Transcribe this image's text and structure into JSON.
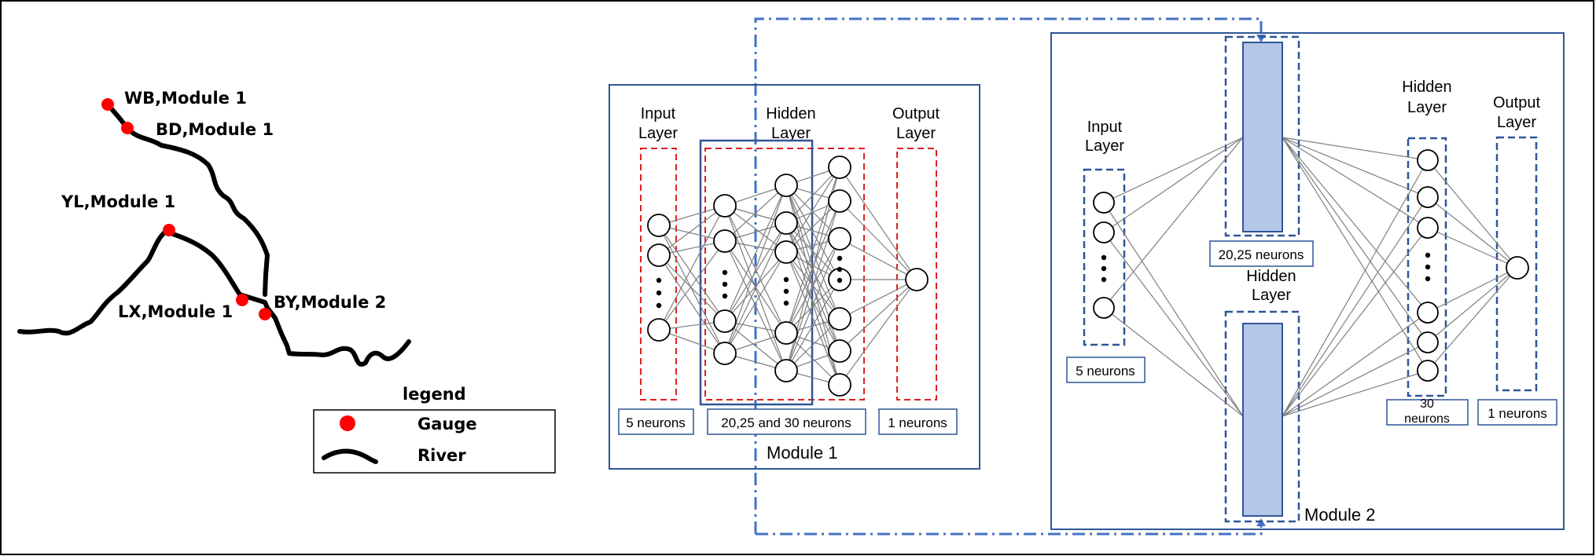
{
  "map": {
    "gauges": [
      {
        "label": "WB,Module 1"
      },
      {
        "label": "BD,Module 1"
      },
      {
        "label": "YL,Module 1"
      },
      {
        "label": "LX,Module 1"
      },
      {
        "label": "BY,Module 2"
      }
    ],
    "legend": {
      "title": "legend",
      "items": [
        {
          "label": "Gauge",
          "icon": "gauge-dot-icon"
        },
        {
          "label": "River",
          "icon": "river-line-icon"
        }
      ]
    }
  },
  "module1": {
    "title": "Module 1",
    "input_layer": {
      "title": [
        "Input",
        "Layer"
      ],
      "neurons": "5 neurons"
    },
    "hidden_layer": {
      "title": [
        "Hidden",
        "Layer"
      ],
      "neurons": "20,25 and 30 neurons"
    },
    "output_layer": {
      "title": [
        "Output",
        "Layer"
      ],
      "neurons": "1 neurons"
    }
  },
  "module2": {
    "title": "Module 2",
    "input_layer": {
      "title": [
        "Input",
        "Layer"
      ],
      "neurons": "5 neurons"
    },
    "hidden_layer_1": {
      "neurons": "20,25 neurons"
    },
    "hidden_layer_2": {
      "title": [
        "Hidden",
        "Layer"
      ]
    },
    "hidden_layer_3": {
      "title": [
        "Hidden",
        "Layer"
      ],
      "neurons": [
        "30",
        "neurons"
      ]
    },
    "output_layer": {
      "title": [
        "Output",
        "Layer"
      ],
      "neurons": "1 neurons"
    }
  },
  "colors": {
    "gauge": "#ff0000",
    "module_border": "#2f5597",
    "dashed_red": "#e02020",
    "dashed_blue": "#2f5597",
    "bar_fill": "#b4c7e7",
    "connector": "#4472c4"
  }
}
